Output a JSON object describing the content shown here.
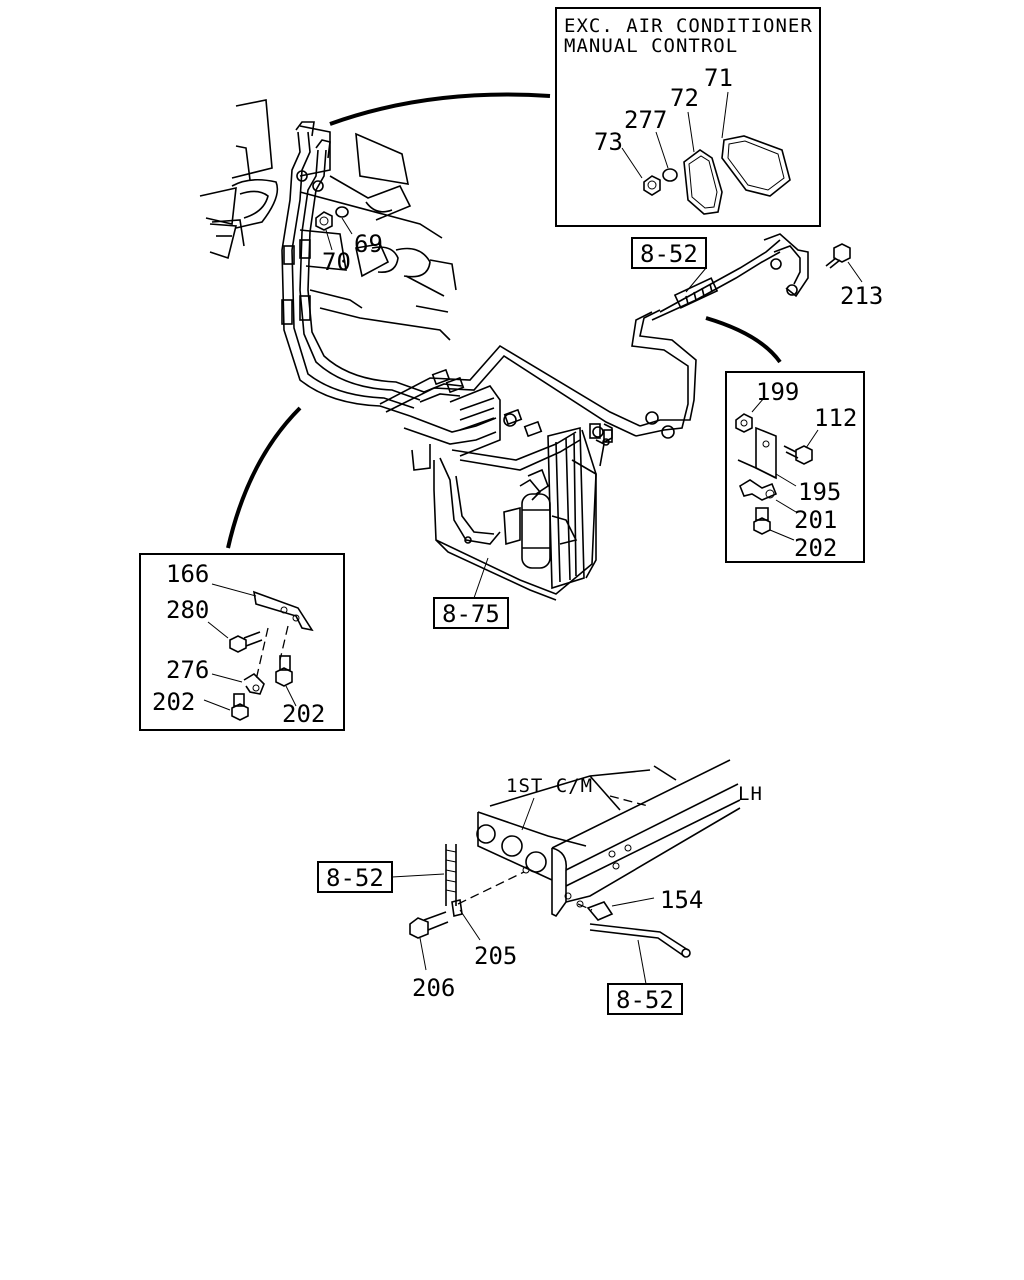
{
  "diagram": {
    "notes": {
      "exc_line1": "EXC. AIR CONDITIONER",
      "exc_line2": "MANUAL CONTROL",
      "first_cm": "1ST C/M",
      "lh": "LH"
    },
    "refs": {
      "r1": "8-52",
      "r2": "8-75",
      "r3": "8-52",
      "r4": "8-52"
    },
    "parts": {
      "p71": "71",
      "p72": "72",
      "p277": "277",
      "p73": "73",
      "p69": "69",
      "p70": "70",
      "p213": "213",
      "p199": "199",
      "p112": "112",
      "p195": "195",
      "p201": "201",
      "p202a": "202",
      "p166": "166",
      "p280": "280",
      "p276": "276",
      "p202b": "202",
      "p202c": "202",
      "p154": "154",
      "p205": "205",
      "p206": "206"
    }
  }
}
